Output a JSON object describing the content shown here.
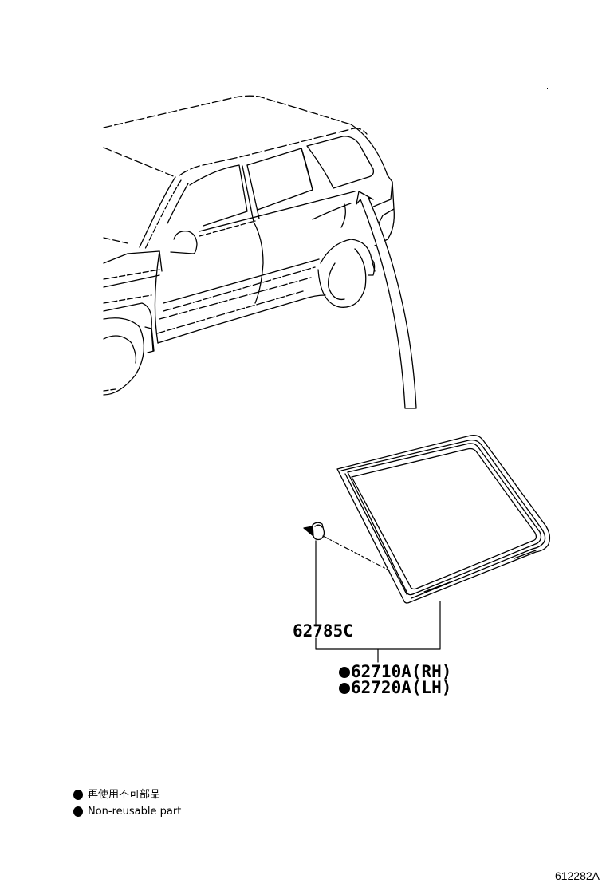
{
  "diagram": {
    "type": "parts-illustration",
    "subject": "Rear quarter window glass assembly",
    "callouts": [
      {
        "id": "62785C",
        "text": "62785C",
        "marker": false,
        "points_to": "clip"
      },
      {
        "id": "62710A",
        "text": "62710A(RH)",
        "marker": true,
        "points_to": "quarter-window-glass"
      },
      {
        "id": "62720A",
        "text": "62720A(LH)",
        "marker": true,
        "points_to": "quarter-window-glass"
      }
    ]
  },
  "legend": {
    "items": [
      {
        "symbol": "filled-circle",
        "text": "再使用不可部品"
      },
      {
        "symbol": "filled-circle",
        "text": "Non-reusable part"
      }
    ]
  },
  "figure_id": "612282A",
  "colors": {
    "ink": "#000000",
    "paper": "#ffffff"
  }
}
